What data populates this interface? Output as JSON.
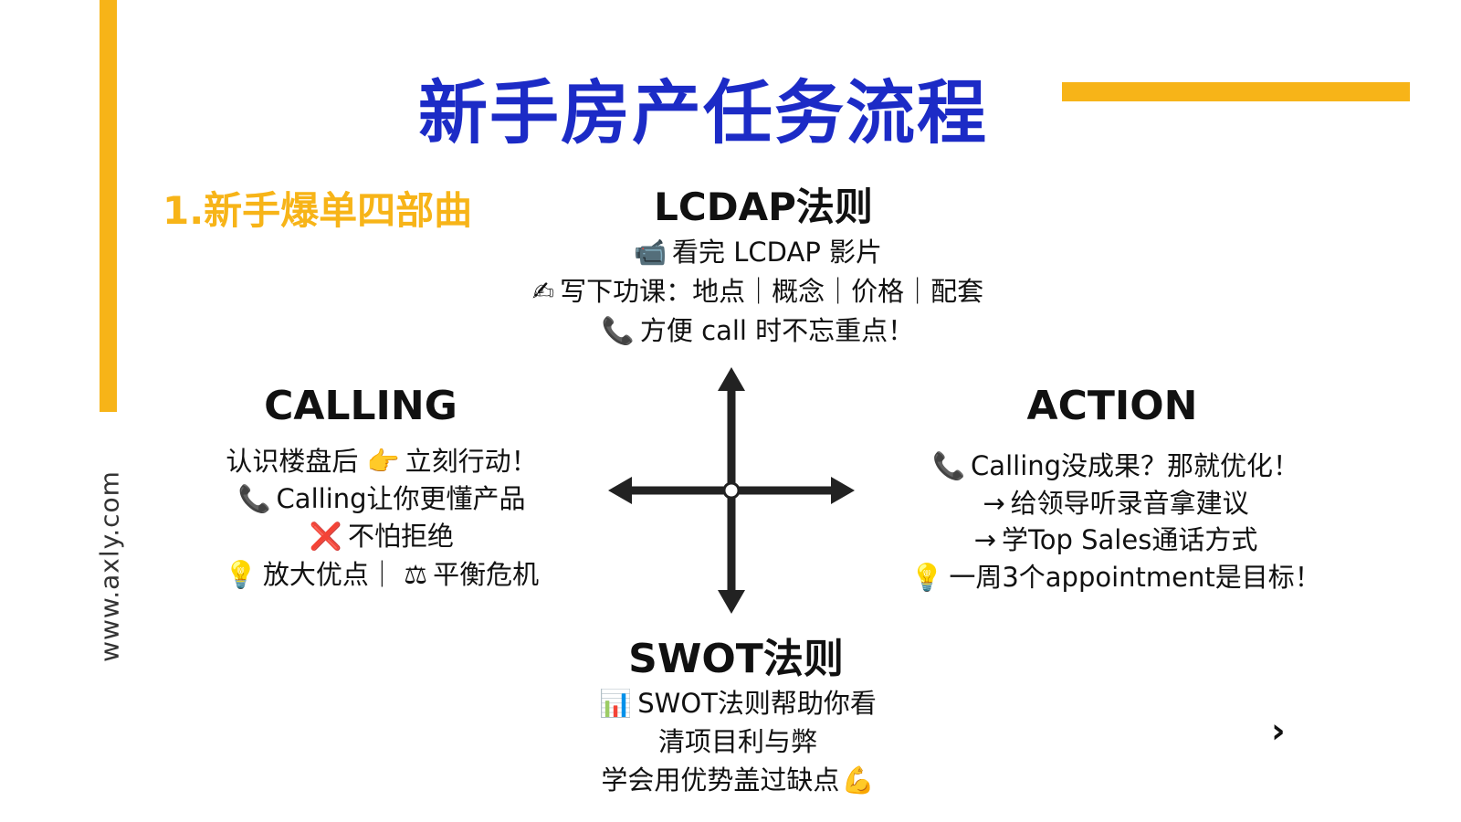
{
  "site": {
    "url": "www.axly.com"
  },
  "title": "新手房产任务流程",
  "subtitle": "1.新手爆单四部曲",
  "colors": {
    "accent": "#f7b418",
    "title": "#1c2bc6",
    "text": "#111111"
  },
  "sections": {
    "lcdap": {
      "heading": "LCDAP法则",
      "lines": [
        {
          "icon": "📹",
          "icon_name": "video-camera-icon",
          "text": "看完 LCDAP 影片"
        },
        {
          "icon": "✍",
          "icon_name": "writing-hand-icon",
          "text": "写下功课：地点｜概念｜价格｜配套"
        },
        {
          "icon": "📞",
          "icon_name": "telephone-icon",
          "text": "方便 call 时不忘重点！"
        }
      ]
    },
    "calling": {
      "heading": "CALLING",
      "lines": [
        {
          "text_before": "认识楼盘后",
          "icon": "👉",
          "icon_name": "pointing-hand-icon",
          "text": "立刻行动！"
        },
        {
          "icon": "📞",
          "icon_name": "telephone-icon",
          "text": "Calling让你更懂产品"
        },
        {
          "icon": "❌",
          "icon_name": "cross-mark-icon",
          "text": "不怕拒绝"
        },
        {
          "icon": "💡",
          "icon_name": "light-bulb-icon",
          "text": "放大优点｜",
          "icon2": "⚖",
          "icon2_name": "balance-scale-icon",
          "text2": "平衡危机"
        }
      ]
    },
    "action": {
      "heading": "ACTION",
      "lines": [
        {
          "icon": "📞",
          "icon_name": "telephone-icon",
          "text": "Calling没成果？那就优化！"
        },
        {
          "icon": "→",
          "icon_name": "arrow-right-icon",
          "text": "给领导听录音拿建议"
        },
        {
          "icon": "→",
          "icon_name": "arrow-right-icon",
          "text": "学Top Sales通话方式"
        },
        {
          "icon": "💡",
          "icon_name": "light-bulb-icon",
          "text": "一周3个appointment是目标！"
        }
      ]
    },
    "swot": {
      "heading": "SWOT法则",
      "lines": [
        {
          "icon": "📊",
          "icon_name": "bar-chart-icon",
          "text": "SWOT法则帮助你看"
        },
        {
          "text": "清项目利与弊"
        },
        {
          "text": "学会用优势盖过缺点",
          "icon_after": "💪",
          "icon_after_name": "flexed-biceps-icon"
        }
      ]
    }
  },
  "nav": {
    "next": "›",
    "next_icon": "chevron-right-icon"
  }
}
